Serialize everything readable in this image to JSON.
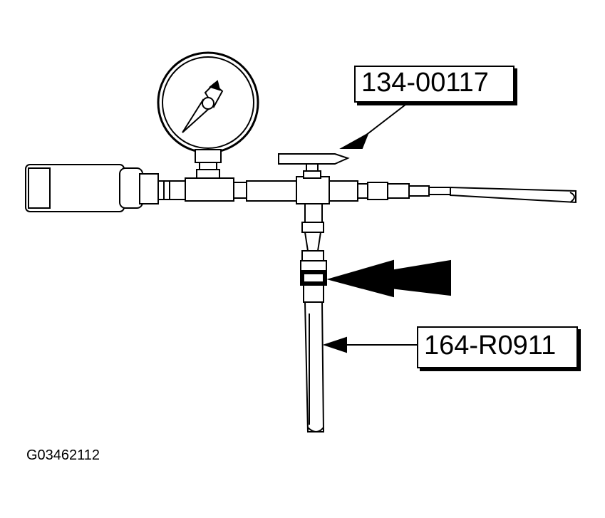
{
  "callouts": {
    "valve_tool": "134-00117",
    "hose": "164-R0911"
  },
  "figure_id": "G03462112",
  "colors": {
    "line": "#000000",
    "background": "#ffffff"
  }
}
